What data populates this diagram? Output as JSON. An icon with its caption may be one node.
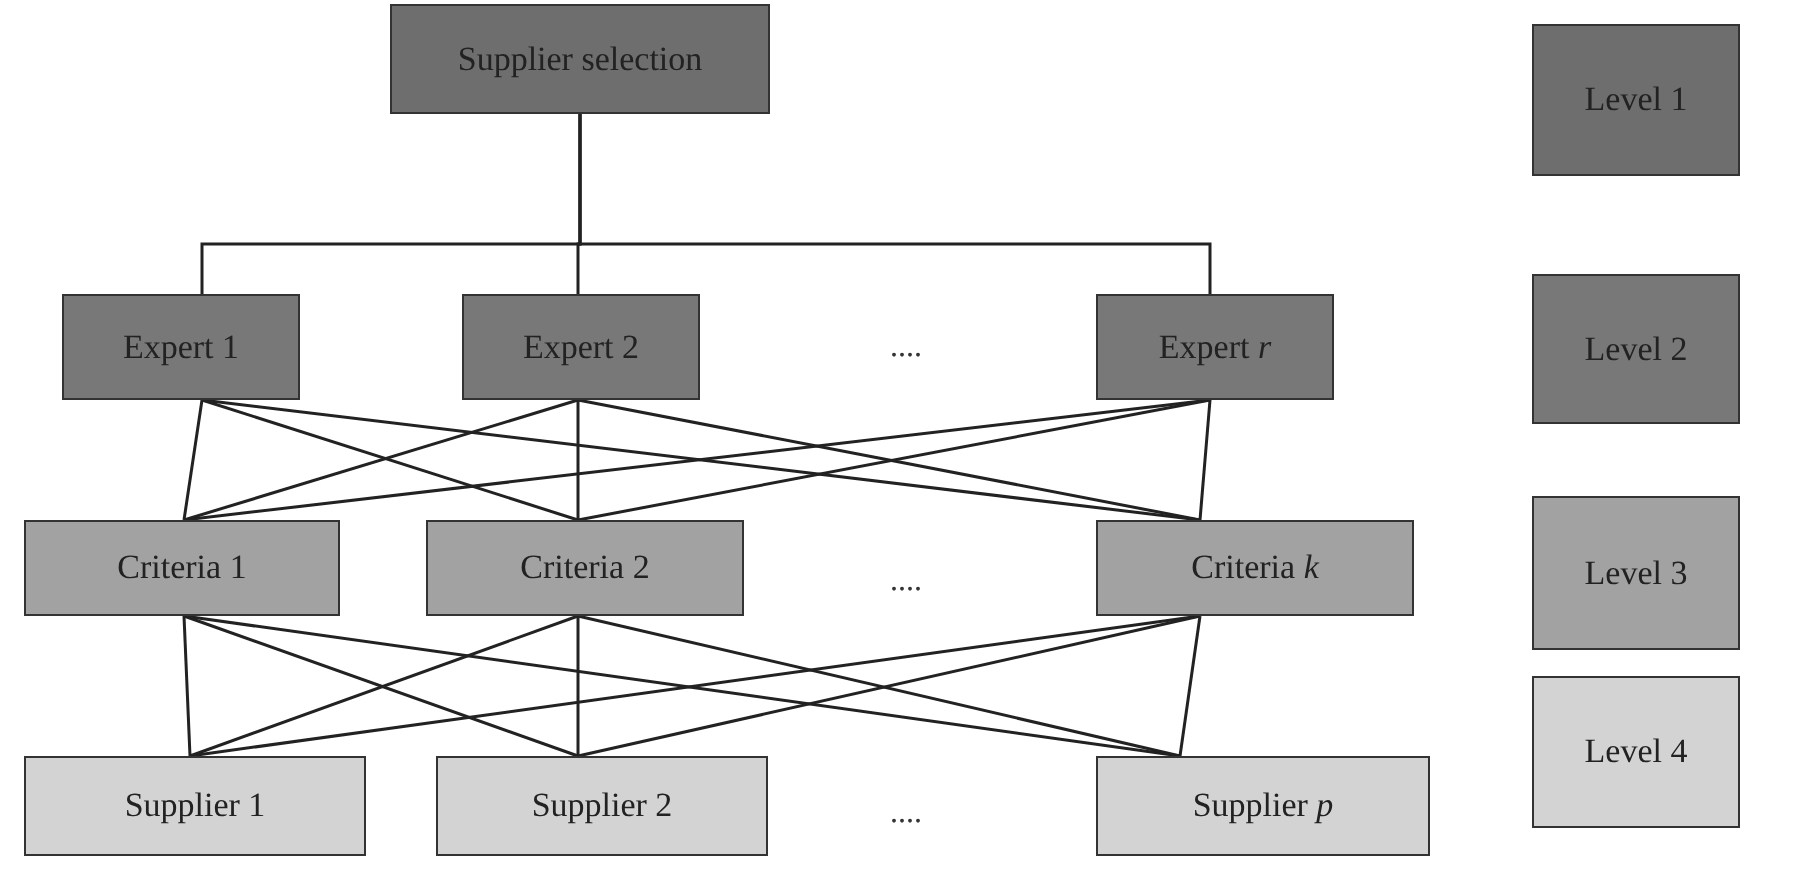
{
  "diagram": {
    "nodes": [
      {
        "text": [
          "Supplier selection"
        ]
      },
      {
        "text": [
          "Expert 1"
        ]
      },
      {
        "text": [
          "Expert 2"
        ]
      },
      {
        "text": [
          "Expert *r*"
        ]
      },
      {
        "text": [
          "Criteria 1"
        ]
      },
      {
        "text": [
          "Criteria 2"
        ]
      },
      {
        "text": [
          "Criteria *k*"
        ]
      },
      {
        "text": [
          "Supplier 1"
        ]
      },
      {
        "text": [
          "Supplier 2"
        ]
      },
      {
        "text": [
          "Supplier *p*"
        ]
      },
      {
        "text": [
          "Level 1"
        ]
      },
      {
        "text": [
          "Level 2"
        ]
      },
      {
        "text": [
          "Level 3"
        ]
      },
      {
        "text": [
          "Level 4"
        ]
      }
    ],
    "edges": [
      {
        "from": 0,
        "to": 1,
        "arrow": "none"
      },
      {
        "from": 0,
        "to": 2,
        "arrow": "none"
      },
      {
        "from": 0,
        "to": 3,
        "arrow": "none"
      },
      {
        "from": 1,
        "to": 4,
        "arrow": "none"
      },
      {
        "from": 1,
        "to": 5,
        "arrow": "none"
      },
      {
        "from": 1,
        "to": 6,
        "arrow": "none"
      },
      {
        "from": 2,
        "to": 4,
        "arrow": "none"
      },
      {
        "from": 2,
        "to": 5,
        "arrow": "none"
      },
      {
        "from": 2,
        "to": 6,
        "arrow": "none"
      },
      {
        "from": 3,
        "to": 4,
        "arrow": "none"
      },
      {
        "from": 3,
        "to": 5,
        "arrow": "none"
      },
      {
        "from": 3,
        "to": 6,
        "arrow": "none"
      },
      {
        "from": 4,
        "to": 7,
        "arrow": "none"
      },
      {
        "from": 4,
        "to": 8,
        "arrow": "none"
      },
      {
        "from": 4,
        "to": 9,
        "arrow": "none"
      },
      {
        "from": 5,
        "to": 7,
        "arrow": "none"
      },
      {
        "from": 5,
        "to": 8,
        "arrow": "none"
      },
      {
        "from": 5,
        "to": 9,
        "arrow": "none"
      },
      {
        "from": 6,
        "to": 7,
        "arrow": "none"
      },
      {
        "from": 6,
        "to": 8,
        "arrow": "none"
      },
      {
        "from": 6,
        "to": 9,
        "arrow": "none"
      }
    ],
    "labels": [
      "....",
      "....",
      "...."
    ]
  }
}
